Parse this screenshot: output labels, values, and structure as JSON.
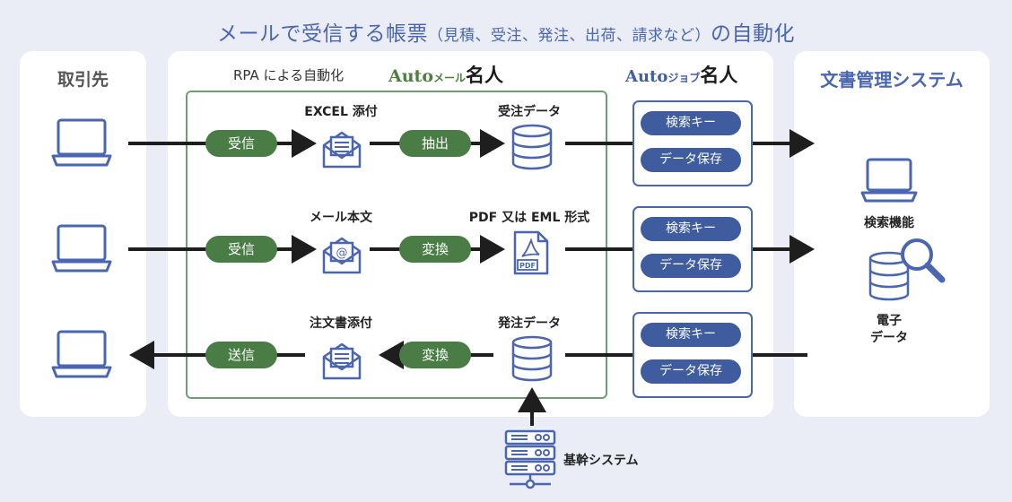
{
  "title": {
    "main": "メールで受信する帳票",
    "paren": "（見積、受注、発注、出荷、請求など）",
    "tail": "の自動化"
  },
  "panels": {
    "left_title": "取引先",
    "right_title": "文書管理システム"
  },
  "rpa": {
    "label": "RPA による自動化",
    "logo_mail_prefix": "Auto",
    "logo_mail_mid": "メール",
    "logo_mail_brush": "名人",
    "logo_job_prefix": "Auto",
    "logo_job_mid": "ジョブ",
    "logo_job_brush": "名人"
  },
  "rows": [
    {
      "action": "受信",
      "process": "抽出",
      "file_label": "EXCEL 添付",
      "data_label": "受注データ",
      "key_label": "検索キー",
      "save_label": "データ保存"
    },
    {
      "action": "受信",
      "process": "変換",
      "file_label": "メール本文",
      "data_label": "PDF 又は EML 形式",
      "key_label": "検索キー",
      "save_label": "データ保存"
    },
    {
      "action": "送信",
      "process": "変換",
      "file_label": "注文書添付",
      "data_label": "発注データ",
      "key_label": "検索キー",
      "save_label": "データ保存"
    }
  ],
  "right": {
    "search_label": "検索機能",
    "electronic_label_1": "電子",
    "electronic_label_2": "データ"
  },
  "core_system": {
    "label": "基幹システム"
  },
  "colors": {
    "background": "#eaedf6",
    "accent_blue": "#4b66b0",
    "accent_green": "#4a7d45",
    "pill_blue": "#3e5c9e"
  }
}
